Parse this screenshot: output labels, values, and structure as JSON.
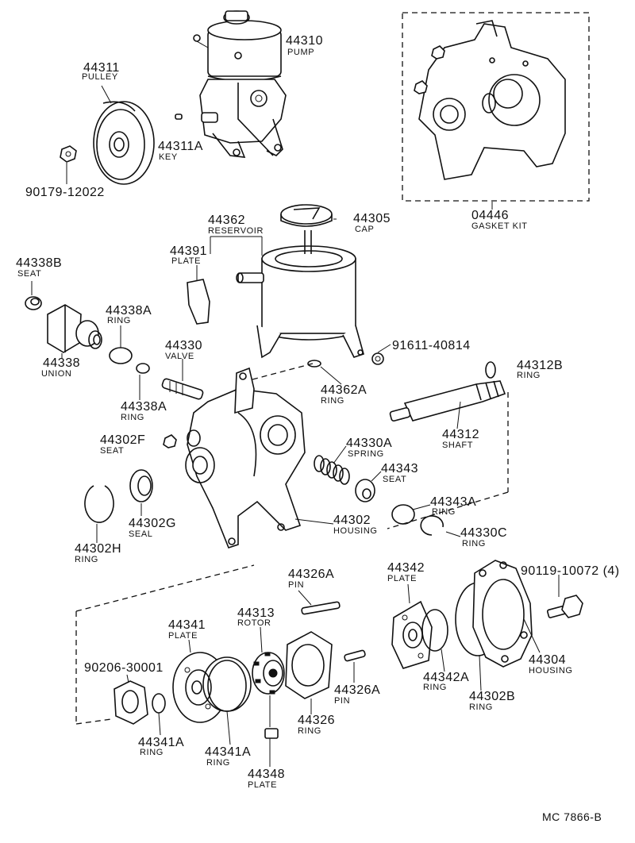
{
  "diagram": {
    "code": "MC 7866-B",
    "parts": {
      "p44310": {
        "number": "44310",
        "name": "PUMP"
      },
      "p44311": {
        "number": "44311",
        "name": "PULLEY"
      },
      "p44311A": {
        "number": "44311A",
        "name": "KEY"
      },
      "p90179": {
        "number": "90179-12022",
        "name": ""
      },
      "p04446": {
        "number": "04446",
        "name": "GASKET KIT"
      },
      "p44362": {
        "number": "44362",
        "name": "RESERVOIR"
      },
      "p44305": {
        "number": "44305",
        "name": "CAP"
      },
      "p44391": {
        "number": "44391",
        "name": "PLATE"
      },
      "p44338B": {
        "number": "44338B",
        "name": "SEAT"
      },
      "p44338A_1": {
        "number": "44338A",
        "name": "RING"
      },
      "p44338": {
        "number": "44338",
        "name": "UNION"
      },
      "p44330": {
        "number": "44330",
        "name": "VALVE"
      },
      "p91611": {
        "number": "91611-40814",
        "name": ""
      },
      "p44312B": {
        "number": "44312B",
        "name": "RING"
      },
      "p44338A_2": {
        "number": "44338A",
        "name": "RING"
      },
      "p44362A": {
        "number": "44362A",
        "name": "RING"
      },
      "p44312": {
        "number": "44312",
        "name": "SHAFT"
      },
      "p44302F": {
        "number": "44302F",
        "name": "SEAT"
      },
      "p44330A": {
        "number": "44330A",
        "name": "SPRING"
      },
      "p44343": {
        "number": "44343",
        "name": "SEAT"
      },
      "p44343A": {
        "number": "44343A",
        "name": "RING"
      },
      "p44302G": {
        "number": "44302G",
        "name": "SEAL"
      },
      "p44302": {
        "number": "44302",
        "name": "HOUSING"
      },
      "p44330C": {
        "number": "44330C",
        "name": "RING"
      },
      "p44302H": {
        "number": "44302H",
        "name": "RING"
      },
      "p44326A_1": {
        "number": "44326A",
        "name": "PIN"
      },
      "p44342": {
        "number": "44342",
        "name": "PLATE"
      },
      "p90119": {
        "number": "90119-10072 (4)",
        "name": ""
      },
      "p44341": {
        "number": "44341",
        "name": "PLATE"
      },
      "p44313": {
        "number": "44313",
        "name": "ROTOR"
      },
      "p90206": {
        "number": "90206-30001",
        "name": ""
      },
      "p44304": {
        "number": "44304",
        "name": "HOUSING"
      },
      "p44342A": {
        "number": "44342A",
        "name": "RING"
      },
      "p44302B": {
        "number": "44302B",
        "name": "RING"
      },
      "p44326A_2": {
        "number": "44326A",
        "name": "PIN"
      },
      "p44341A_1": {
        "number": "44341A",
        "name": "RING"
      },
      "p44326": {
        "number": "44326",
        "name": "RING"
      },
      "p44341A_2": {
        "number": "44341A",
        "name": "RING"
      },
      "p44348": {
        "number": "44348",
        "name": "PLATE"
      }
    }
  }
}
